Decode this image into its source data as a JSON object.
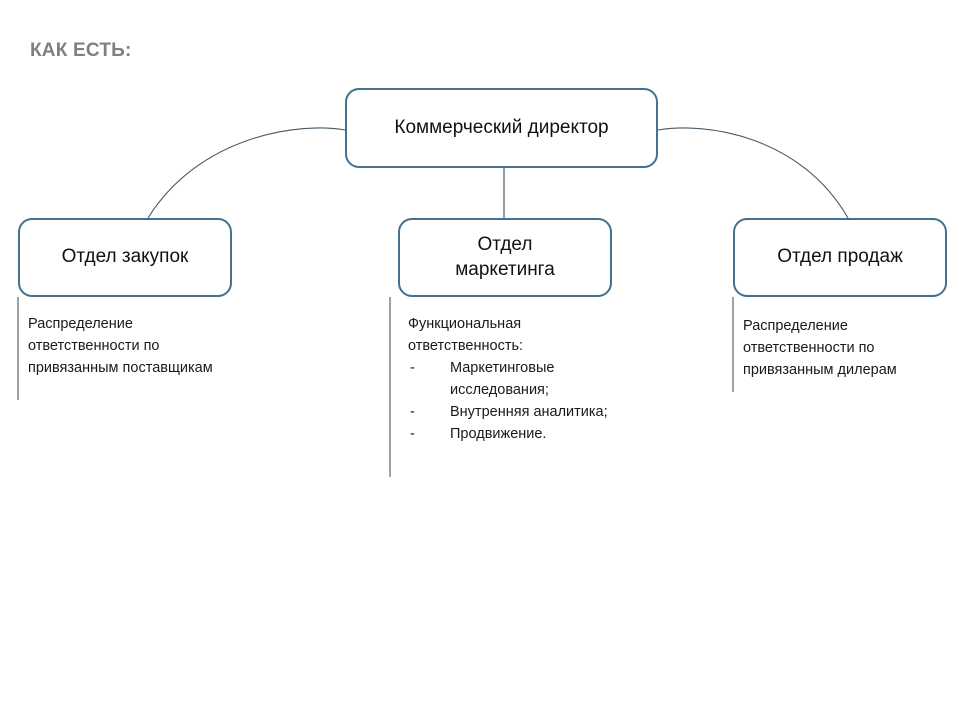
{
  "slide": {
    "title": "КАК ЕСТЬ:",
    "title_color": "#808080",
    "background_color": "#ffffff"
  },
  "theme": {
    "box_border_color": "#44718f",
    "box_fill_color": "#ffffff",
    "connector_color": "#4a5a66",
    "text_color": "#1a1a1a"
  },
  "nodes": {
    "director": {
      "label": "Коммерческий директор"
    },
    "purchasing": {
      "label": "Отдел закупок"
    },
    "marketing": {
      "label_line1": "Отдел",
      "label_line2": "маркетинга"
    },
    "sales": {
      "label": "Отдел продаж"
    }
  },
  "descriptions": {
    "purchasing": {
      "text": "Распределение ответственности по привязанным поставщикам"
    },
    "marketing": {
      "lead": "Функциональная ответственность:",
      "dash": "-",
      "items": [
        "Маркетинговые исследования;",
        "Внутренняя аналитика;",
        "Продвижение."
      ]
    },
    "sales": {
      "text": "Распределение ответственности по привязанным дилерам"
    }
  }
}
